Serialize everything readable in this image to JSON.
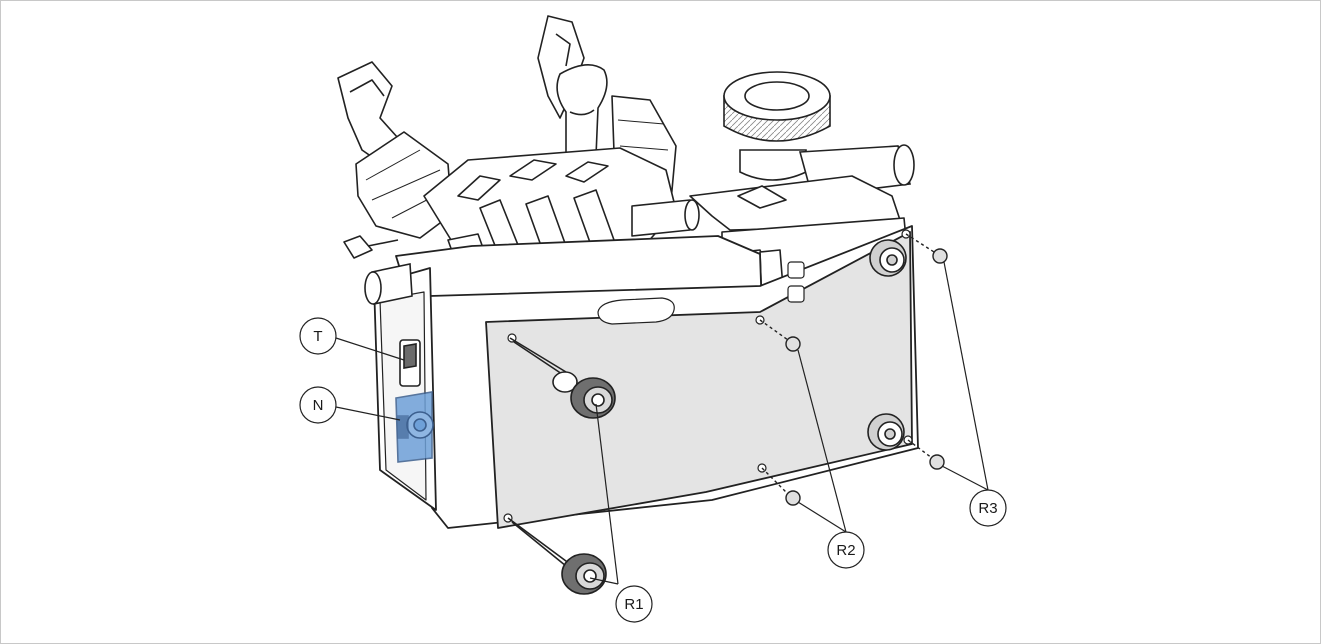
{
  "figure": {
    "background_color": "#ffffff",
    "highlight_color": "#6ea0d8",
    "panel_color": "#e4e4e4",
    "callouts": [
      {
        "id": "T",
        "label": "T"
      },
      {
        "id": "N",
        "label": "N"
      },
      {
        "id": "R1",
        "label": "R1"
      },
      {
        "id": "R2",
        "label": "R2"
      },
      {
        "id": "R3",
        "label": "R3"
      }
    ]
  }
}
